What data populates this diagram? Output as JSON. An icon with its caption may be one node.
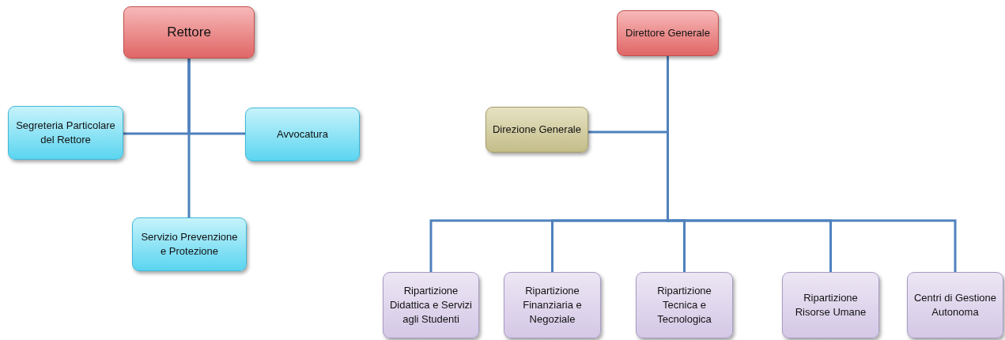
{
  "diagram": {
    "nodes": [
      {
        "text": [
          "Rettore"
        ]
      },
      {
        "text": [
          "Segreteria Particolare del Rettore"
        ]
      },
      {
        "text": [
          "Avvocatura"
        ]
      },
      {
        "text": [
          "Servizio Prevenzione e Protezione"
        ]
      },
      {
        "text": [
          "Direttore Generale"
        ]
      },
      {
        "text": [
          "Direzione Generale"
        ]
      },
      {
        "text": [
          "Ripartizione Didattica e Servizi agli Studenti"
        ]
      },
      {
        "text": [
          "Ripartizione Finanziaria e Negoziale"
        ]
      },
      {
        "text": [
          "Ripartizione Tecnica e Tecnologica"
        ]
      },
      {
        "text": [
          "Ripartizione Risorse Umane"
        ]
      },
      {
        "text": [
          "Centri di Gestione Autonoma"
        ]
      }
    ],
    "edges": [
      {
        "from": 0,
        "to": 1,
        "arrow": "none"
      },
      {
        "from": 0,
        "to": 2,
        "arrow": "none"
      },
      {
        "from": 0,
        "to": 3,
        "arrow": "none"
      },
      {
        "from": 4,
        "to": 5,
        "arrow": "none"
      },
      {
        "from": 4,
        "to": 6,
        "arrow": "none"
      },
      {
        "from": 4,
        "to": 7,
        "arrow": "none"
      },
      {
        "from": 4,
        "to": 8,
        "arrow": "none"
      },
      {
        "from": 4,
        "to": 9,
        "arrow": "none"
      },
      {
        "from": 4,
        "to": 10,
        "arrow": "none"
      }
    ]
  }
}
